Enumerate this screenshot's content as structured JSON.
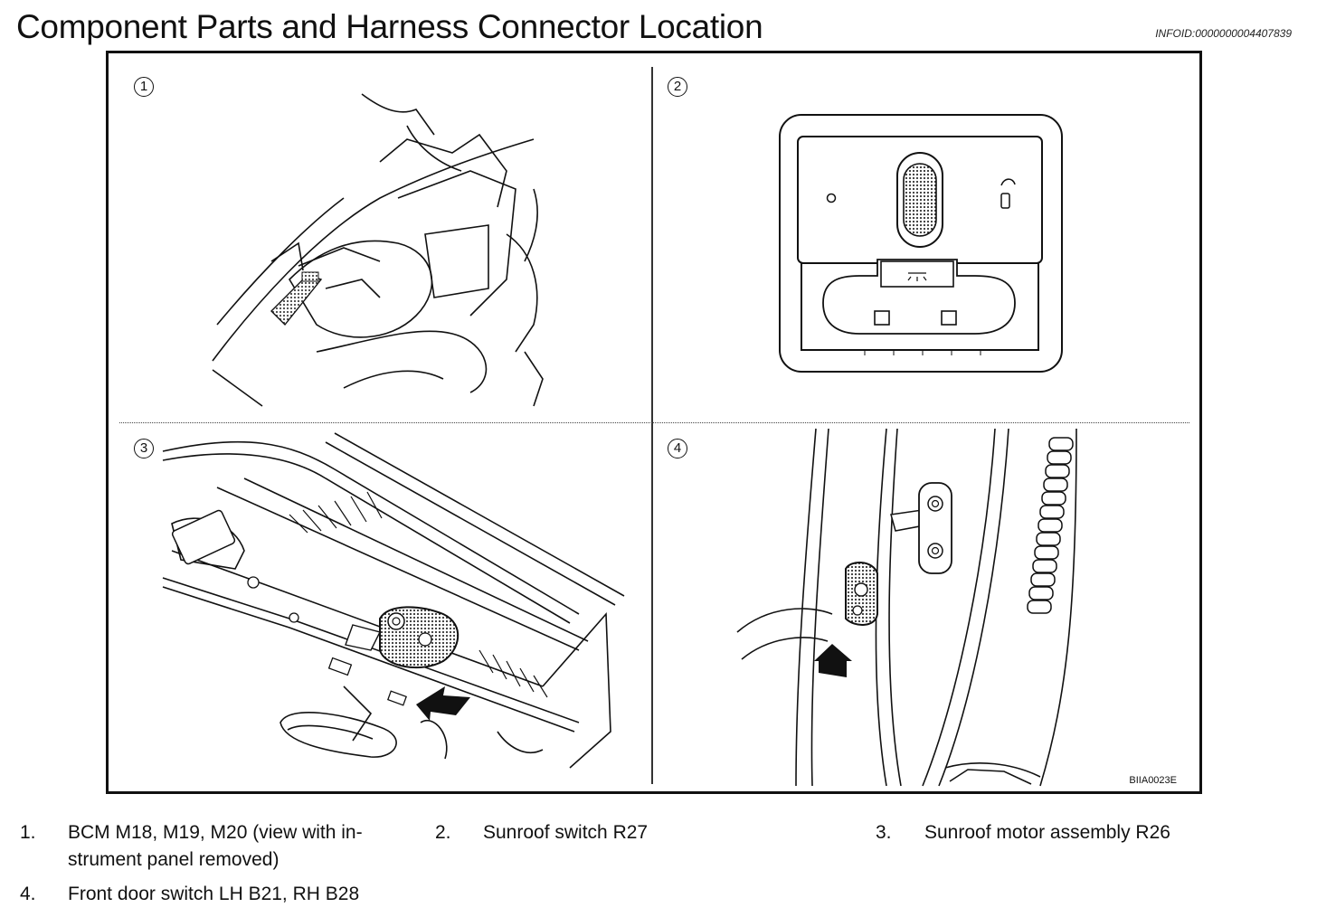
{
  "header": {
    "title": "Component Parts and Harness Connector Location",
    "infoid": "INFOID:0000000004407839"
  },
  "figure": {
    "panel_numbers": [
      "1",
      "2",
      "3",
      "4"
    ],
    "figure_code": "BIIA0023E"
  },
  "legend": [
    {
      "num": "1.",
      "line1": "BCM M18, M19, M20 (view with in-",
      "line2": "strument panel removed)"
    },
    {
      "num": "2.",
      "line1": "Sunroof switch R27"
    },
    {
      "num": "3.",
      "line1": "Sunroof motor assembly R26"
    },
    {
      "num": "4.",
      "line1": "Front door switch LH B21, RH B28"
    }
  ]
}
